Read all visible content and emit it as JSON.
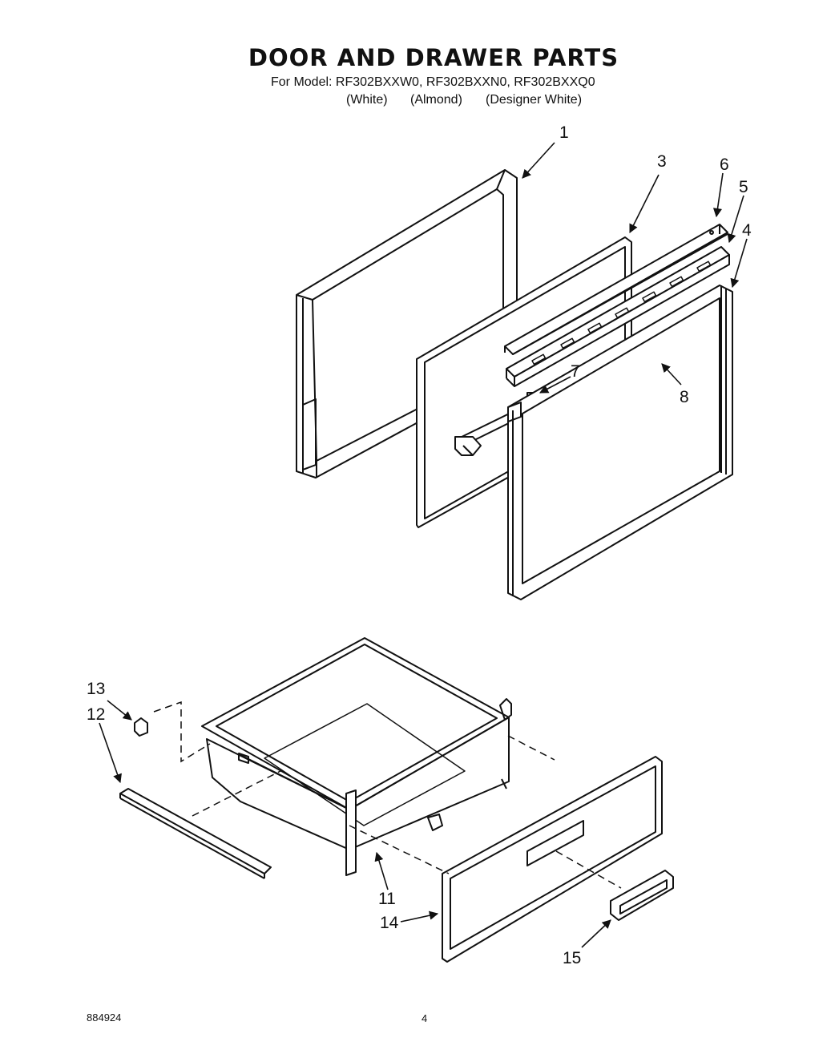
{
  "title": "DOOR AND DRAWER PARTS",
  "model_line": "For Model: RF302BXXW0, RF302BXXN0, RF302BXXQ0",
  "color_labels": [
    "(White)",
    "(Almond)",
    "(Designer White)"
  ],
  "callouts": [
    "1",
    "3",
    "6",
    "5",
    "4",
    "7",
    "8",
    "13",
    "12",
    "11",
    "14",
    "15"
  ],
  "footer": {
    "doc_number": "884924",
    "page_number": "4"
  }
}
